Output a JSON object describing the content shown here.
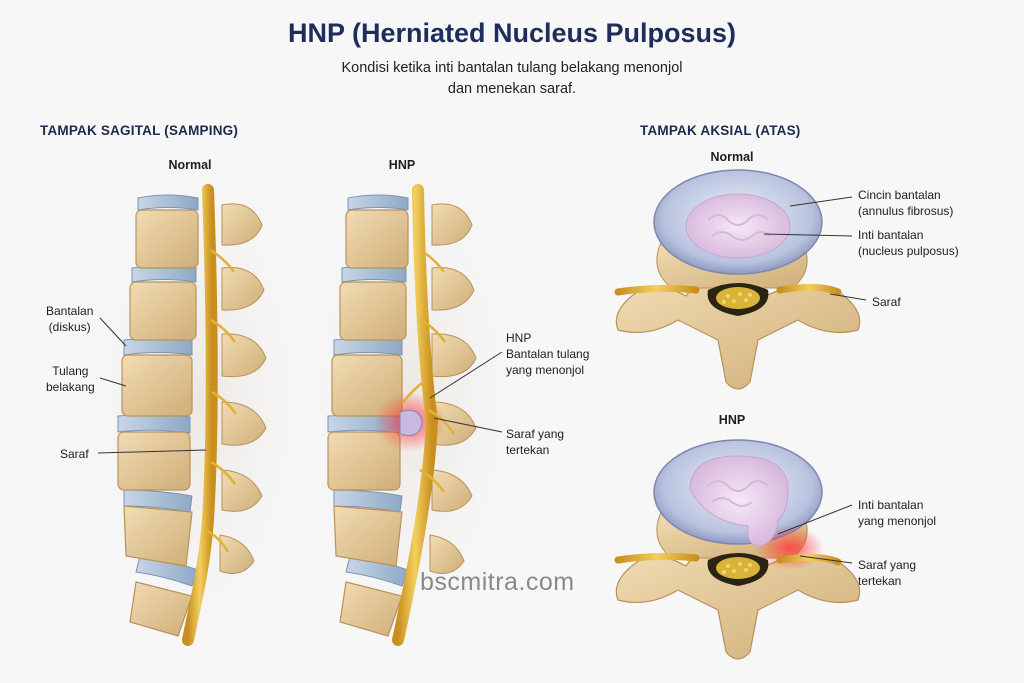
{
  "header": {
    "title": "HNP (Herniated Nucleus Pulposus)",
    "subtitle_line1": "Kondisi ketika inti bantalan tulang belakang menonjol",
    "subtitle_line2": "dan menekan saraf."
  },
  "sagittal": {
    "heading": "TAMPAK SAGITAL (SAMPING)",
    "normal_label": "Normal",
    "hnp_label": "HNP",
    "labels": {
      "disc_line1": "Bantalan",
      "disc_line2": "(diskus)",
      "bone_line1": "Tulang",
      "bone_line2": "belakang",
      "nerve": "Saraf",
      "hnp_line1": "HNP",
      "hnp_line2": "Bantalan tulang",
      "hnp_line3": "yang menonjol",
      "compressed_line1": "Saraf yang",
      "compressed_line2": "tertekan"
    }
  },
  "axial": {
    "heading": "TAMPAK AKSIAL (ATAS)",
    "normal_label": "Normal",
    "hnp_label": "HNP",
    "labels": {
      "annulus_line1": "Cincin bantalan",
      "annulus_line2": "(annulus fibrosus)",
      "nucleus_line1": "Inti bantalan",
      "nucleus_line2": "(nucleus pulposus)",
      "nerve": "Saraf",
      "herniated_line1": "Inti bantalan",
      "herniated_line2": "yang menonjol",
      "compressed_line1": "Saraf yang",
      "compressed_line2": "tertekan"
    }
  },
  "watermark": "bscmitra.com",
  "colors": {
    "title": "#1f2d5a",
    "bone": "#e6cfa3",
    "disc": "#a9bfd6",
    "nerve": "#e0b23a",
    "nucleus": "#e8d4ec",
    "inflammation": "#ef4b4b"
  }
}
